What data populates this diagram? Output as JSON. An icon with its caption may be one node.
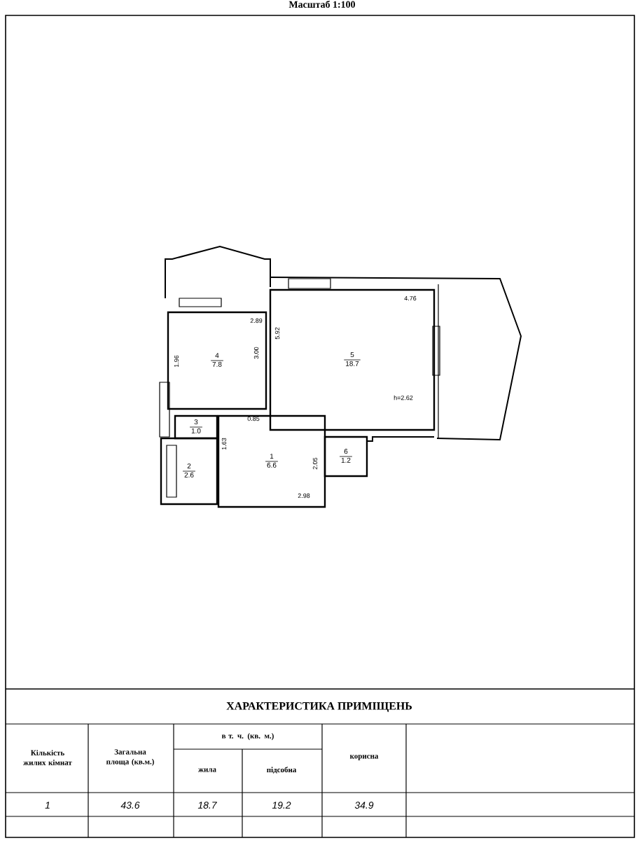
{
  "diagram": {
    "title": "Масштаб 1:100",
    "nodes": [
      {
        "text": [
          "4",
          "7.8"
        ]
      },
      {
        "text": [
          "5",
          "18.7"
        ]
      },
      {
        "text": [
          "3",
          "1.0"
        ]
      },
      {
        "text": [
          "2",
          "2.6"
        ]
      },
      {
        "text": [
          "1",
          "6.6"
        ]
      },
      {
        "text": [
          "6",
          "1.2"
        ]
      }
    ],
    "edges": [],
    "labels": [
      "2.89",
      "1.96",
      "3.00",
      "5.92",
      "4.76",
      "h=2.62",
      "0.85",
      "1.63",
      "2.05",
      "2.98",
      "ХАРАКТЕРИСТИКА ПРИМІЩЕНЬ",
      "Кількість жилих кімнат",
      "Загальна площа (кв.м.)",
      "в т. ч. (кв. м.)",
      "жила",
      "підсобна",
      "корисна",
      "1",
      "43.6",
      "18.7",
      "19.2",
      "34.9"
    ]
  }
}
